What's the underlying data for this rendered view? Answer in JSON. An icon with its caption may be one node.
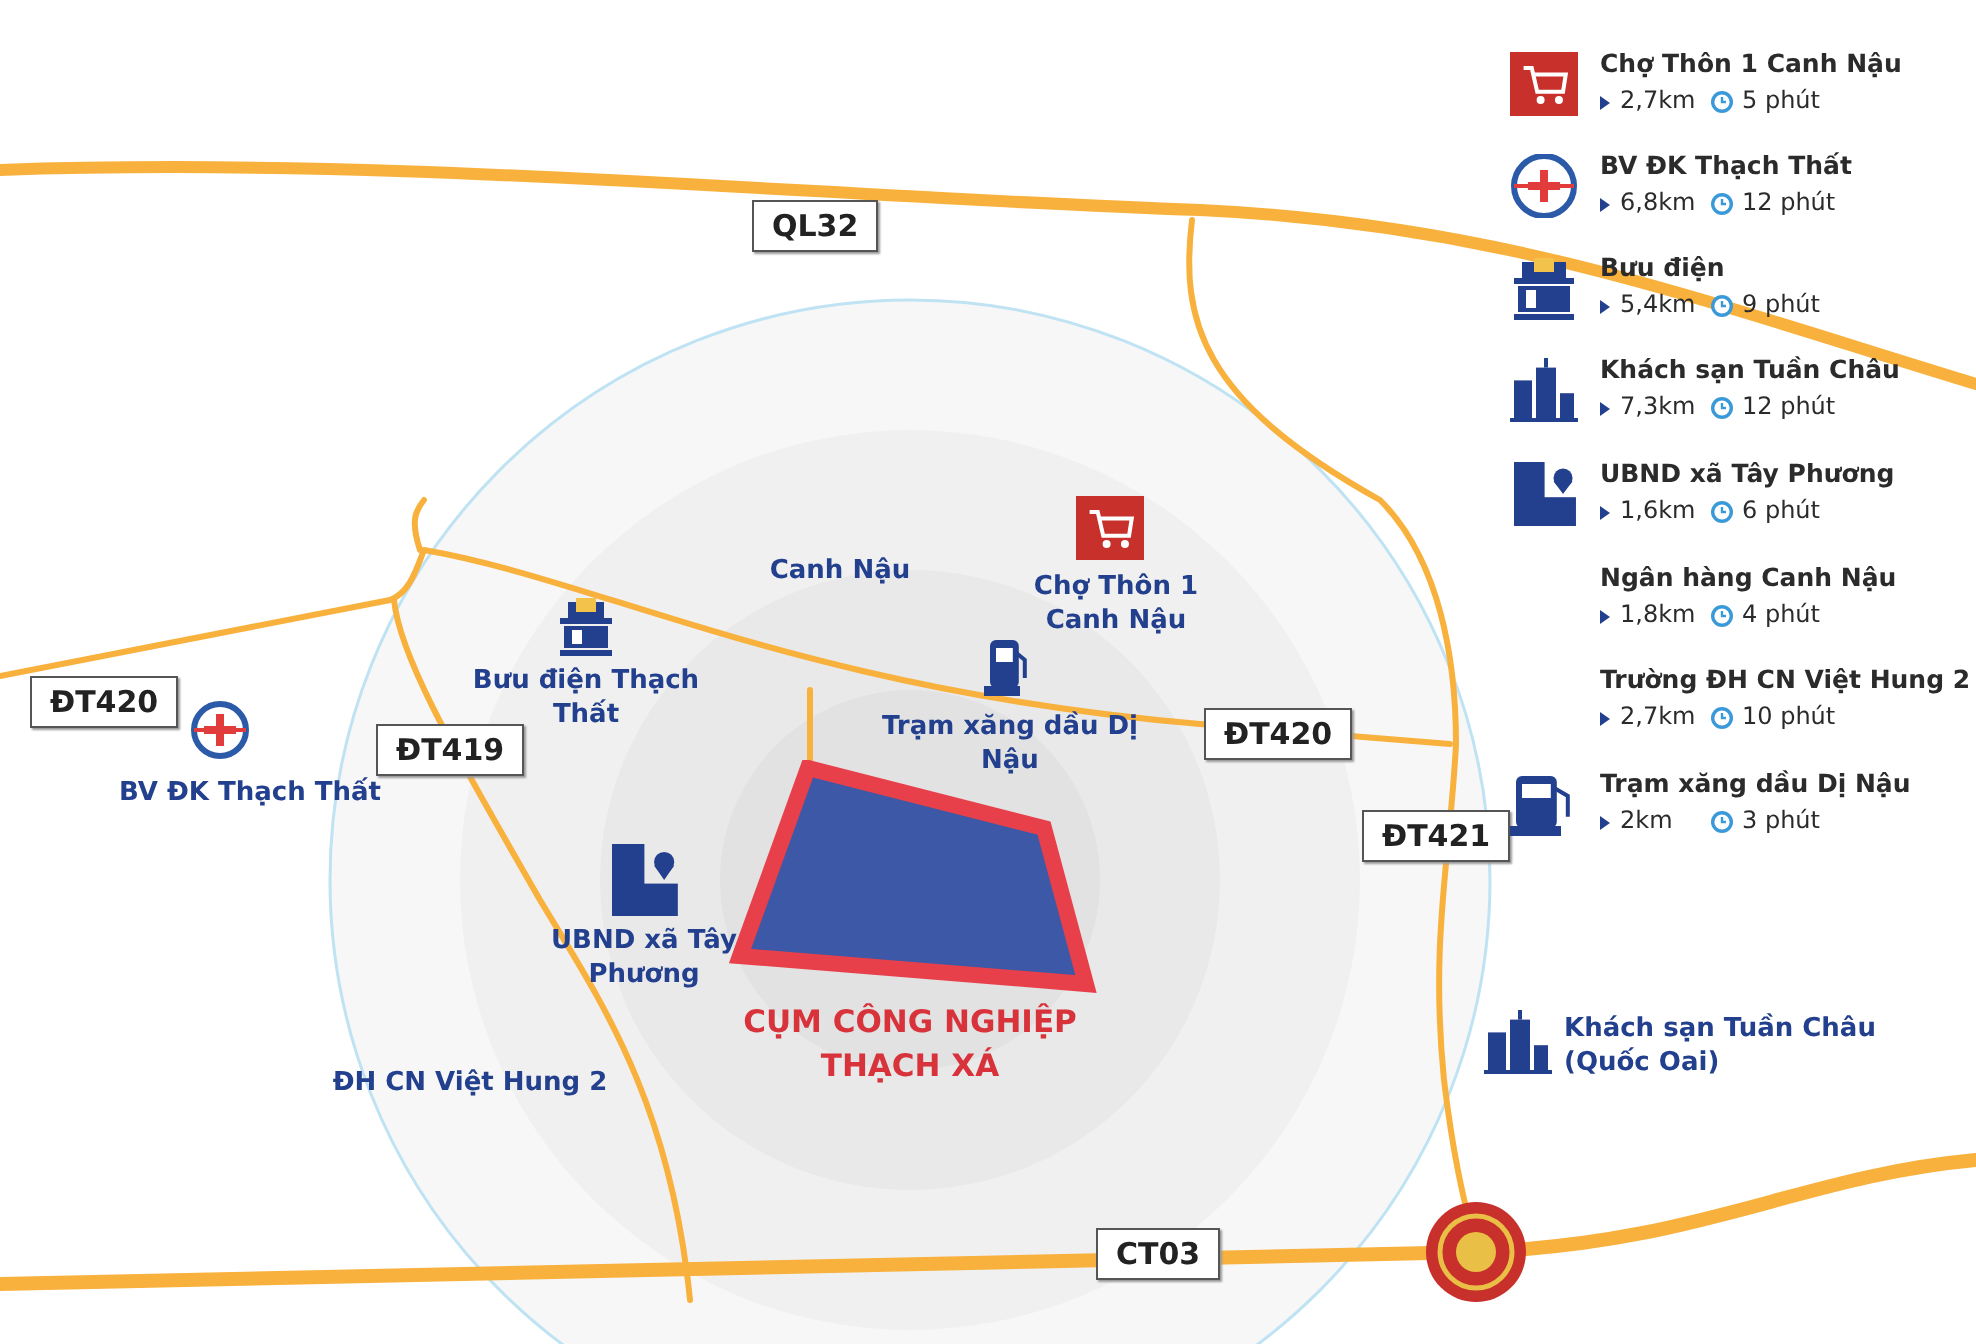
{
  "diagram": {
    "nodes": [
      {
        "text": [
          "QL32"
        ]
      },
      {
        "text": [
          "ĐT420"
        ]
      },
      {
        "text": [
          "ĐT420"
        ]
      },
      {
        "text": [
          "ĐT419"
        ]
      },
      {
        "text": [
          "ĐT421"
        ]
      },
      {
        "text": [
          "CỤM CÔNG NGHIỆP THẠCH XÁ"
        ]
      },
      {
        "text": [
          "CT03"
        ]
      }
    ],
    "edges": [],
    "labels": [
      "Chợ Thôn 1 Canh Nậu",
      "2,7km",
      "5 phút",
      "BV ĐK Thạch Thất",
      "6,8km",
      "12 phút",
      "Bưu điện",
      "5,4km",
      "9 phút",
      "Khách sạn Tuần Châu",
      "7,3km",
      "12 phút",
      "UBND xã Tây Phương",
      "1,6km",
      "6 phút",
      "Ngân hàng Canh Nậu",
      "1,8km",
      "4 phút",
      "Trường ĐH CN Việt Hung 2",
      "2,7km",
      "10 phút",
      "Trạm xăng dầu Dị Nậu",
      "2km",
      "3 phút",
      "Canh Nậu",
      "Chợ Thôn 1 Canh Nậu",
      "Bưu điện Thạch Thất",
      "BV ĐK Thạch Thất",
      "Trạm xăng dầu Dị Nậu",
      "UBND xã Tây Phương",
      "ĐH CN Việt Hung 2",
      "Khách sạn Tuần Châu (Quốc Oai)"
    ]
  }
}
